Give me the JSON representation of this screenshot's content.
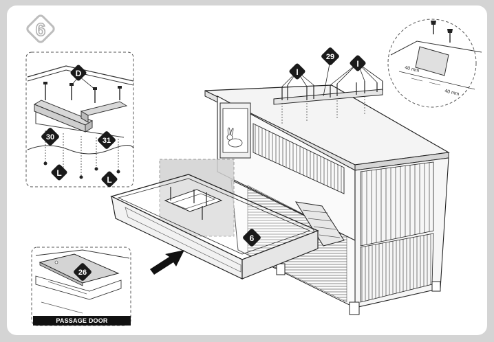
{
  "step_number": "6",
  "callouts": {
    "D": "D",
    "L_left": "L",
    "L_right": "L",
    "I_left": "I",
    "I_right": "I",
    "part_29": "29",
    "part_30": "30",
    "part_31": "31",
    "part_6": "6",
    "part_26": "26"
  },
  "dimensions": {
    "left": "40 mm",
    "right": "40 mm"
  },
  "passage_door_caption": "PASSAGE DOOR",
  "colors": {
    "line": "#2b2b2b",
    "highlight": "#cfcfcf",
    "badge": "#1a1a1a",
    "page_bg": "#d4d4d4"
  }
}
